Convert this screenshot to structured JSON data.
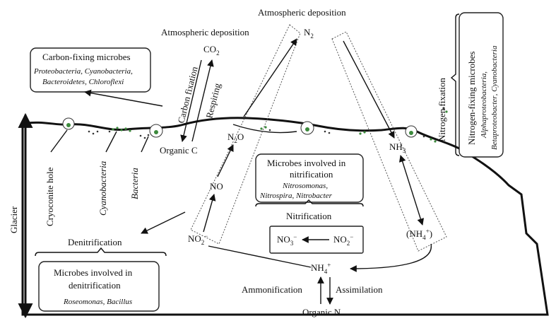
{
  "labels": {
    "atm_dep_top": "Atmospheric deposition",
    "atm_dep_left": "Atmospheric deposition",
    "co2": "CO",
    "co2_sub": "2",
    "n2": "N",
    "n2_sub": "2",
    "carbon_fixation": "Carbon fixation",
    "respiring": "Respiring",
    "organic_c": "Organic C",
    "n2o": "N",
    "n2o_sub": "2",
    "n2o_tail": "O",
    "no": "NO",
    "no2_left": "NO",
    "no2_left_sub": "2",
    "no2_left_sup": "−",
    "nitrification": "Nitrification",
    "no3": "NO",
    "no3_sub": "3",
    "no3_sup": "−",
    "no2_box": "NO",
    "no2_box_sub": "2",
    "no2_box_sup": "−",
    "nh3": "NH",
    "nh3_sub": "3",
    "nh4_paren": "(NH",
    "nh4_paren_sub": "4",
    "nh4_paren_sup": "+",
    "nh4_paren_close": ")",
    "nh4": "NH",
    "nh4_sub": "4",
    "nh4_sup": "+",
    "ammonification": "Ammonification",
    "assimilation": "Assimilation",
    "organic_n": "Organic N",
    "denitrification": "Denitrification",
    "nitrogen_fixation": "Nitrogen fixation",
    "glacier": "Glacier",
    "cryoconite_hole": "Cryoconite hole",
    "cyanobacteria": "Cyanobacteria",
    "bacteria": "Bacteria"
  },
  "boxes": {
    "carbon": {
      "title": "Carbon-fixing microbes",
      "line1a": "Proteobacteria",
      "line1b": ", ",
      "line1c": "Cyanobacteria",
      "line1d": ",",
      "line2a": "Bacteroidetes",
      "line2b": ",  ",
      "line2c": "Chloroflexi"
    },
    "nitrification": {
      "title1": "Microbes involved in",
      "title2": "nitrification",
      "line1": "Nitrosomonas",
      "line1b": ",",
      "line2a": "Nitrospira",
      "line2b": ", ",
      "line2c": "Nitrobacter"
    },
    "denitrification": {
      "title1": "Microbes involved in",
      "title2": "denitrification",
      "line1a": "Roseomonas",
      "line1b": ", ",
      "line1c": "Bacillus"
    },
    "nfix": {
      "title": "Nitrogen-fixing microbes",
      "line1": "Alphaproteobacteria",
      "line1b": ",",
      "line2a": "Betaproteobacter",
      "line2b": ", ",
      "line2c": "Cyanobacteria"
    }
  },
  "colors": {
    "line": "#111111",
    "microbe_green": "#3c8a3c",
    "microbe_dark": "#333333"
  }
}
